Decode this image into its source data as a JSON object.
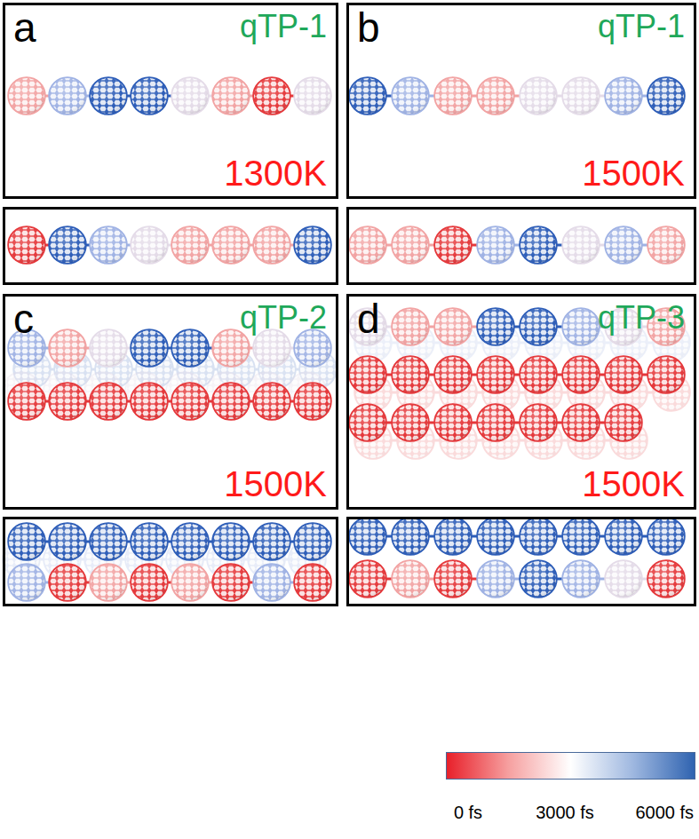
{
  "diagram": {
    "nodes": [
      {
        "text": [
          "a",
          "qTP-1",
          "1300K"
        ]
      },
      {
        "text": [
          "b",
          "qTP-1",
          "1500K"
        ]
      },
      {
        "text": [
          "c",
          "qTP-2",
          "1500K"
        ]
      },
      {
        "text": [
          "d",
          "qTP-3",
          "1500K"
        ]
      }
    ],
    "labels": [
      "0 fs",
      "3000 fs",
      "6000 fs"
    ]
  }
}
